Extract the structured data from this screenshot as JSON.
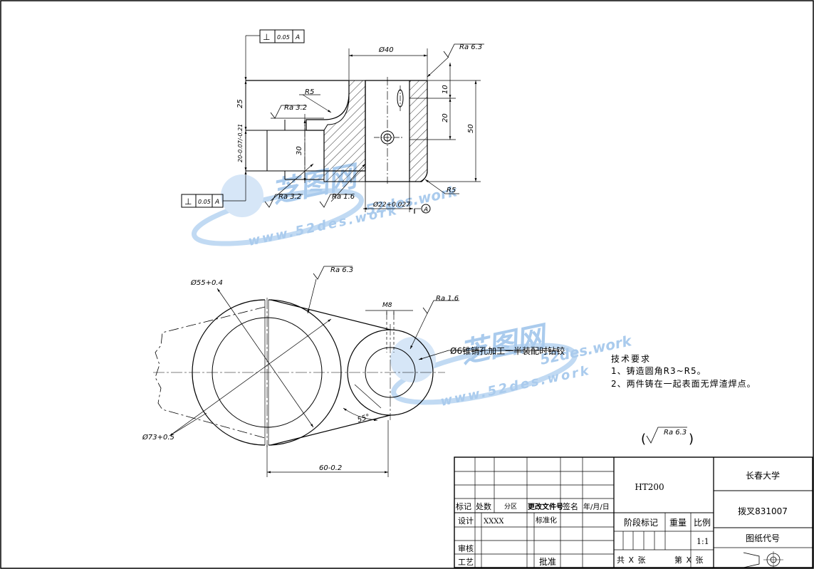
{
  "drawing": {
    "notes": {
      "heading": "技术要求",
      "items": [
        "1、铸造圆角R3~R5。",
        "2、两件铸在一起表面无焊渣焊点。"
      ]
    },
    "roughness_general": {
      "value": "Ra 6.3",
      "open": "(",
      "close": ")"
    },
    "front_view": {
      "datum_frame_top": {
        "symbol": "⊥",
        "value": "0.05",
        "datum": "A"
      },
      "datum_frame_bottom": {
        "symbol": "⊥",
        "value": "0.05",
        "datum": "A"
      },
      "dim_d40": "Ø40",
      "ra_top_right": "Ra 6.3",
      "r5_top": "R5",
      "ra_left_step": "Ra 3.2",
      "dim_25": "25",
      "dim_20_tol": "20-0.07/-0.21",
      "dim_30": "30",
      "dim_10": "10",
      "dim_20": "20",
      "dim_50": "50",
      "r5_bottom": "R5",
      "ra_bottom_left": "Ra 3.2",
      "ra_bottom_mid": "Ra 1.6",
      "dim_d22": "Ø22+0.027",
      "datum_label": "A"
    },
    "top_view": {
      "dim_d55": "Ø55+0.4",
      "ra_top": "Ra 6.3",
      "dim_m8": "M8",
      "ra_right": "Ra 1.6",
      "pin_note": "Ø6锥销孔加工一半装配时钻铰",
      "dim_55": "55°",
      "dim_d73": "Ø73+0.5",
      "dim_60": "60-0.2"
    }
  },
  "title_block": {
    "material": "HT200",
    "school": "长春大学",
    "part_name": "拨叉831007",
    "drawing_no_label": "图纸代号",
    "scale_value": "1:1",
    "headers": {
      "mark": "标记",
      "count": "处数",
      "zone": "分区",
      "doc_no": "更改文件号",
      "sign": "签名",
      "date": "年/月/日",
      "design": "设计",
      "designer": "XXXX",
      "standard": "标准化",
      "stage_mark": "阶段标记",
      "weight": "重量",
      "scale": "比例",
      "review": "审核",
      "process": "工艺",
      "approve": "批准",
      "total": "共 X 张",
      "sheet": "第 X 张"
    }
  },
  "watermark": {
    "brand": "芝图网",
    "url": "52des.work",
    "url_full": "www.52des.work"
  },
  "colors": {
    "ink": "#000000",
    "watermark": "#9cc3ea"
  }
}
